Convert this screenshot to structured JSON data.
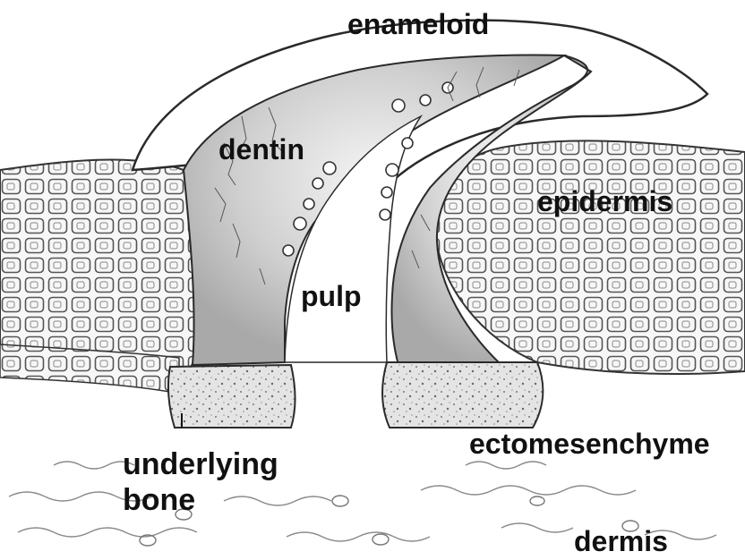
{
  "diagram": {
    "labels": {
      "enameloid": "enameloid",
      "dentin": "dentin",
      "epidermis": "epidermis",
      "pulp": "pulp",
      "ectomesenchyme": "ectomesenchyme",
      "underlying_line1": "underlying",
      "underlying_line2": "bone",
      "dermis": "dermis"
    },
    "colors": {
      "ink": "#2a2a2a",
      "dentin_shade": "#b5b5b5",
      "bone_shade": "#d9d9d9",
      "background": "#ffffff"
    }
  }
}
